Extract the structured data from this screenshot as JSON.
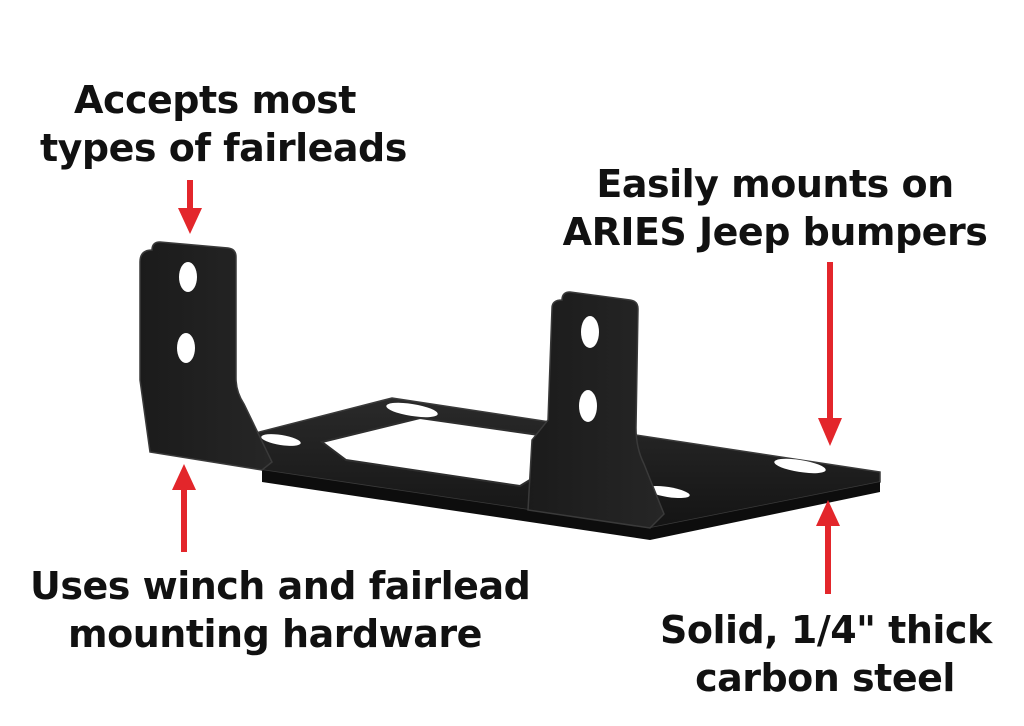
{
  "callouts": {
    "fairleads": {
      "line1": "Accepts most",
      "line2": "types of fairleads"
    },
    "mounts": {
      "line1": "Easily mounts on",
      "line2": "ARIES Jeep bumpers"
    },
    "hardware": {
      "line1": "Uses winch and fairlead",
      "line2": "mounting hardware"
    },
    "steel": {
      "line1": "Solid, 1/4\" thick",
      "line2": "carbon steel"
    }
  },
  "colors": {
    "arrow": "#e3262b",
    "bracket": "#1a1a1a",
    "bracket_edge": "#3a3a3a",
    "text": "#111111",
    "background": "#ffffff"
  },
  "icons": [
    "arrow-down-icon",
    "arrow-up-icon"
  ]
}
